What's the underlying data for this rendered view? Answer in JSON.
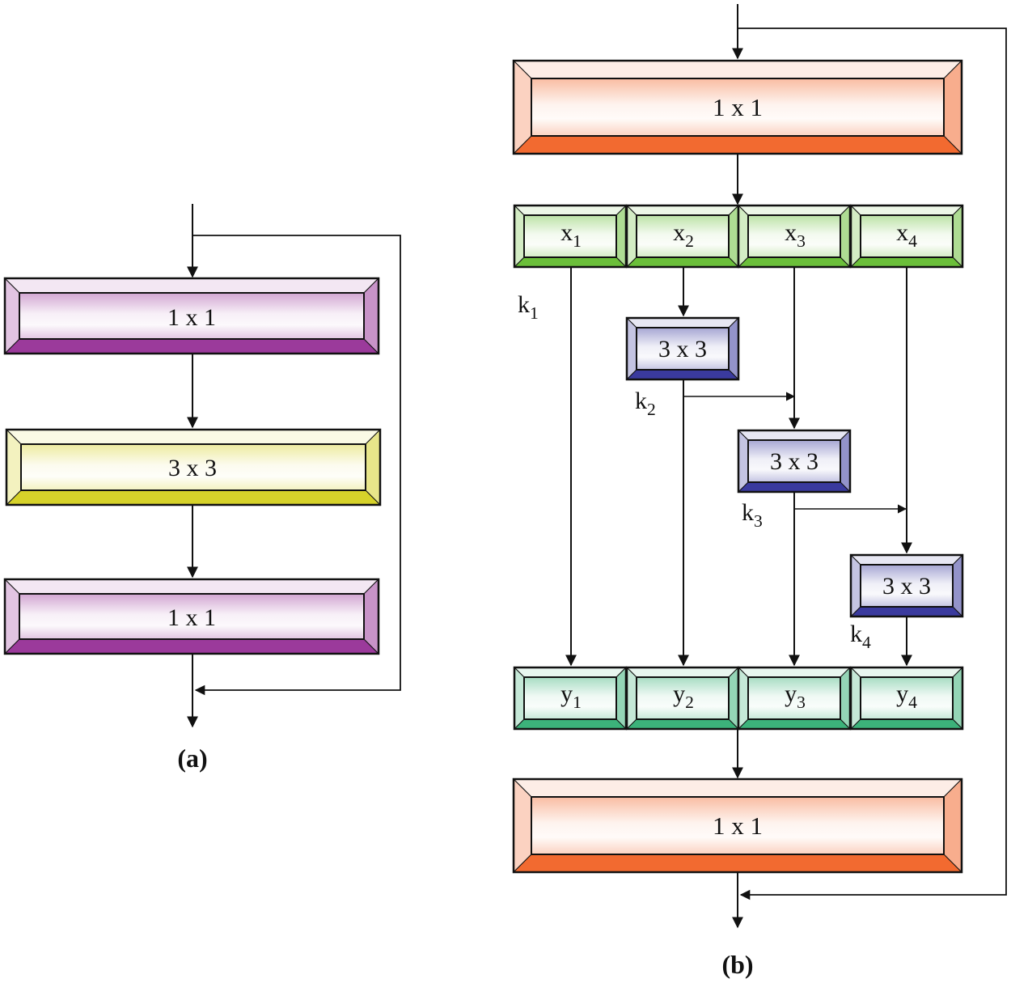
{
  "panel_a": {
    "caption": "(a)",
    "blocks": [
      {
        "label": "1 x 1",
        "color": "#9b3a9b"
      },
      {
        "label": "3 x 3",
        "color": "#d6d22a"
      },
      {
        "label": "1 x 1",
        "color": "#9b3a9b"
      }
    ]
  },
  "panel_b": {
    "caption": "(b)",
    "top_block": {
      "label": "1 x 1",
      "color": "#f26a30"
    },
    "bottom_block": {
      "label": "1 x 1",
      "color": "#f26a30"
    },
    "split_color": "#6bbf3a",
    "merge_color": "#3cb27a",
    "conv_color": "#3a3a9e",
    "x": [
      {
        "base": "x",
        "sub": "1"
      },
      {
        "base": "x",
        "sub": "2"
      },
      {
        "base": "x",
        "sub": "3"
      },
      {
        "base": "x",
        "sub": "4"
      }
    ],
    "y": [
      {
        "base": "y",
        "sub": "1"
      },
      {
        "base": "y",
        "sub": "2"
      },
      {
        "base": "y",
        "sub": "3"
      },
      {
        "base": "y",
        "sub": "4"
      }
    ],
    "convs": [
      {
        "label": "3 x 3"
      },
      {
        "label": "3 x 3"
      },
      {
        "label": "3 x 3"
      }
    ],
    "k": [
      {
        "base": "k",
        "sub": "1"
      },
      {
        "base": "k",
        "sub": "2"
      },
      {
        "base": "k",
        "sub": "3"
      },
      {
        "base": "k",
        "sub": "4"
      }
    ]
  }
}
